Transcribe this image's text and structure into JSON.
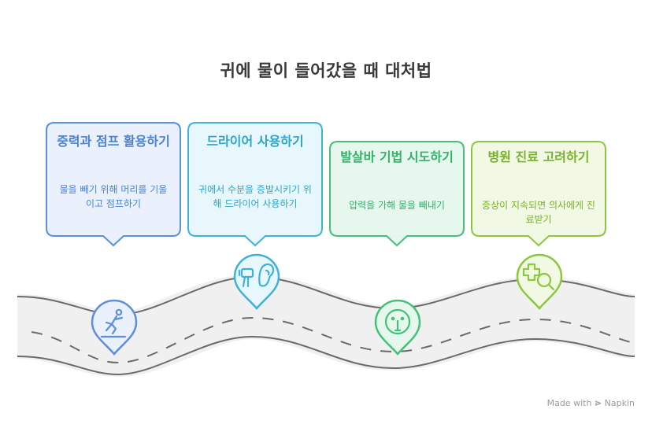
{
  "title": "귀에 물이 들어갔을 때 대처법",
  "steps": [
    {
      "heading": "중력과 점프 활용하기",
      "description": "물을 빼기 위해 머리를 기울이고 점프하기",
      "icon": "jumping-person-icon",
      "fill": "#eaf1fd",
      "stroke": "#5b8fdc",
      "text_color": "#4a82d6"
    },
    {
      "heading": "드라이어 사용하기",
      "description": "귀에서 수분을 증발시키기 위해 드라이어 사용하기",
      "icon": "ear-dryer-icon",
      "fill": "#e8f7fc",
      "stroke": "#3fb2d8",
      "text_color": "#2aa5cf"
    },
    {
      "heading": "발살바 기법 시도하기",
      "description": "압력을 가해 물을 빼내기",
      "icon": "shush-face-icon",
      "fill": "#e6f8ee",
      "stroke": "#44c07a",
      "text_color": "#33b069"
    },
    {
      "heading": "병원 진료 고려하기",
      "description": "증상이 지속되면 의사에게 진료받기",
      "icon": "medical-search-icon",
      "fill": "#f1f8e4",
      "stroke": "#8dc63f",
      "text_color": "#77b22a"
    }
  ],
  "credit": {
    "made_with": "Made with",
    "brand": "Napkin"
  }
}
